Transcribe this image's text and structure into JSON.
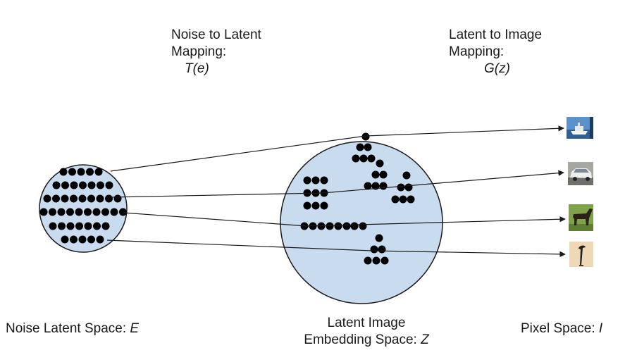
{
  "labels": {
    "noise_to_latent_line1": "Noise to Latent",
    "noise_to_latent_line2": "Mapping:",
    "noise_to_latent_fn": "T(e)",
    "latent_to_image_line1": "Latent to Image",
    "latent_to_image_line2": "Mapping:",
    "latent_to_image_fn": "G(z)",
    "noise_space_text": "Noise Latent Space: ",
    "noise_space_symbol": "E",
    "latent_space_line1": "Latent Image",
    "latent_space_line2_text": "Embedding Space: ",
    "latent_space_symbol": "Z",
    "pixel_space_text": "Pixel Space: ",
    "pixel_space_symbol": "I"
  },
  "colors": {
    "circle_fill": "#c9dcef",
    "circle_stroke": "#1a1a1a",
    "dot": "#000000",
    "arrow": "#1a1a1a"
  },
  "pixel_images": [
    {
      "name": "boat-image",
      "icon": "boat"
    },
    {
      "name": "car-image",
      "icon": "car"
    },
    {
      "name": "horse-image",
      "icon": "horse"
    },
    {
      "name": "bird-image",
      "icon": "bird"
    }
  ]
}
